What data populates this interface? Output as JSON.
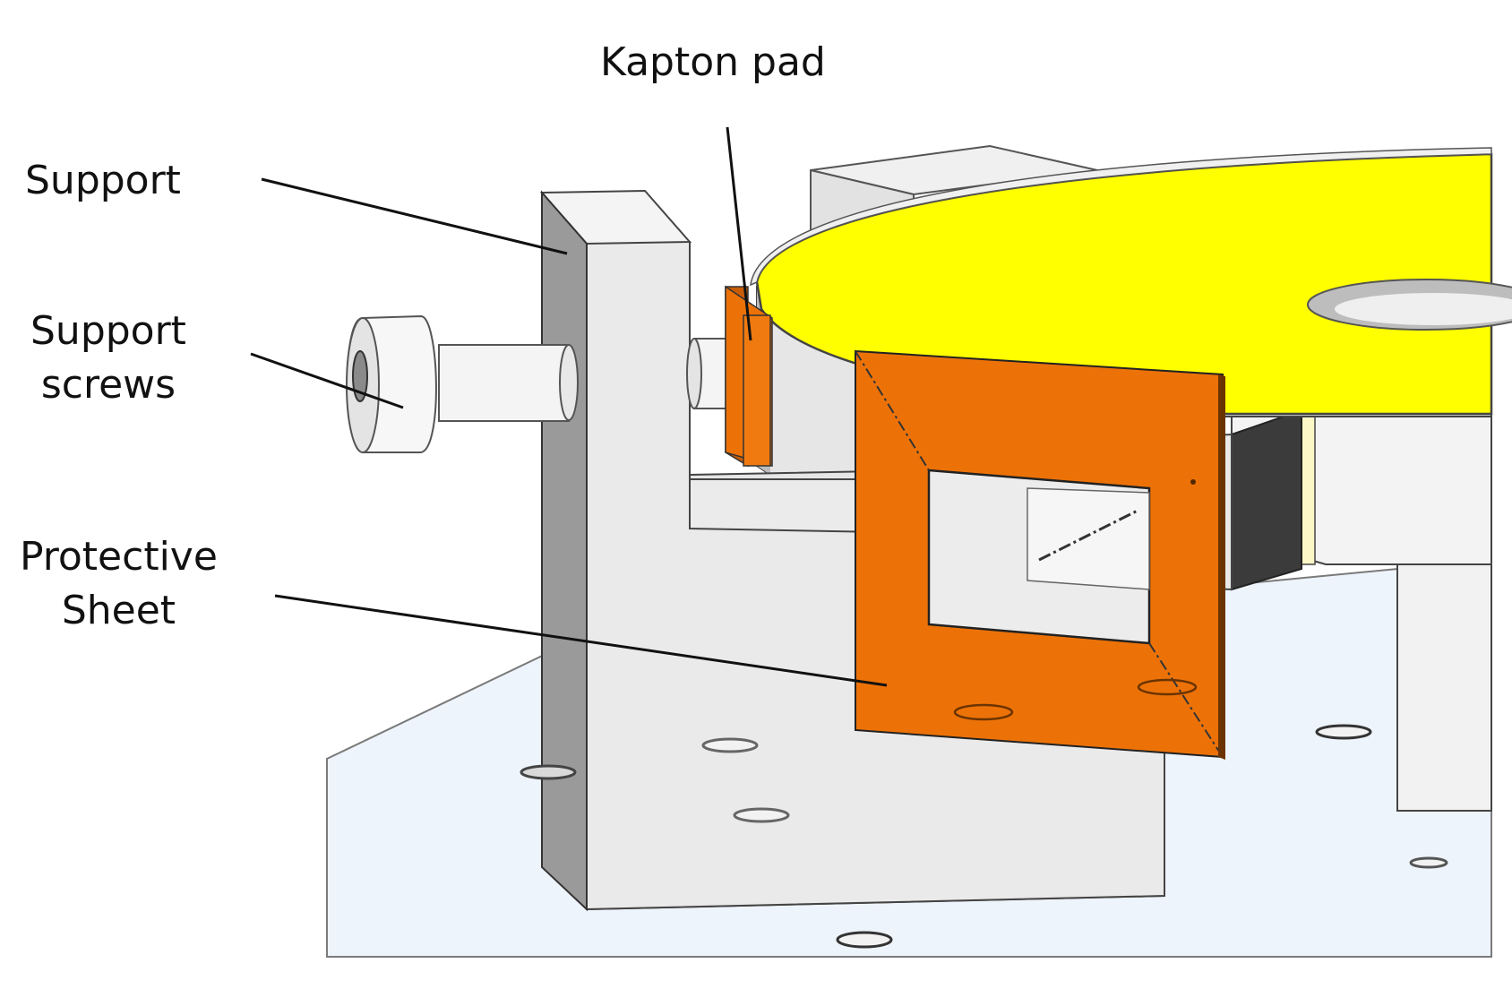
{
  "labels": {
    "kapton_pad": "Kapton pad",
    "support": "Support",
    "support_screws": [
      "Support",
      "screws"
    ],
    "protective_sheet": [
      "Protective",
      "Sheet"
    ]
  },
  "colors": {
    "yellow_disk": "#ffff00",
    "orange_part": "#ec7208",
    "orange_dark": "#c85c05",
    "floor": "#eef4fb",
    "light_gray": "#e8e8e8",
    "mid_gray": "#bdbdbd",
    "dark_gray": "#8f8f8f",
    "black_block": "#3b3b3b",
    "leader_line": "#111111"
  }
}
